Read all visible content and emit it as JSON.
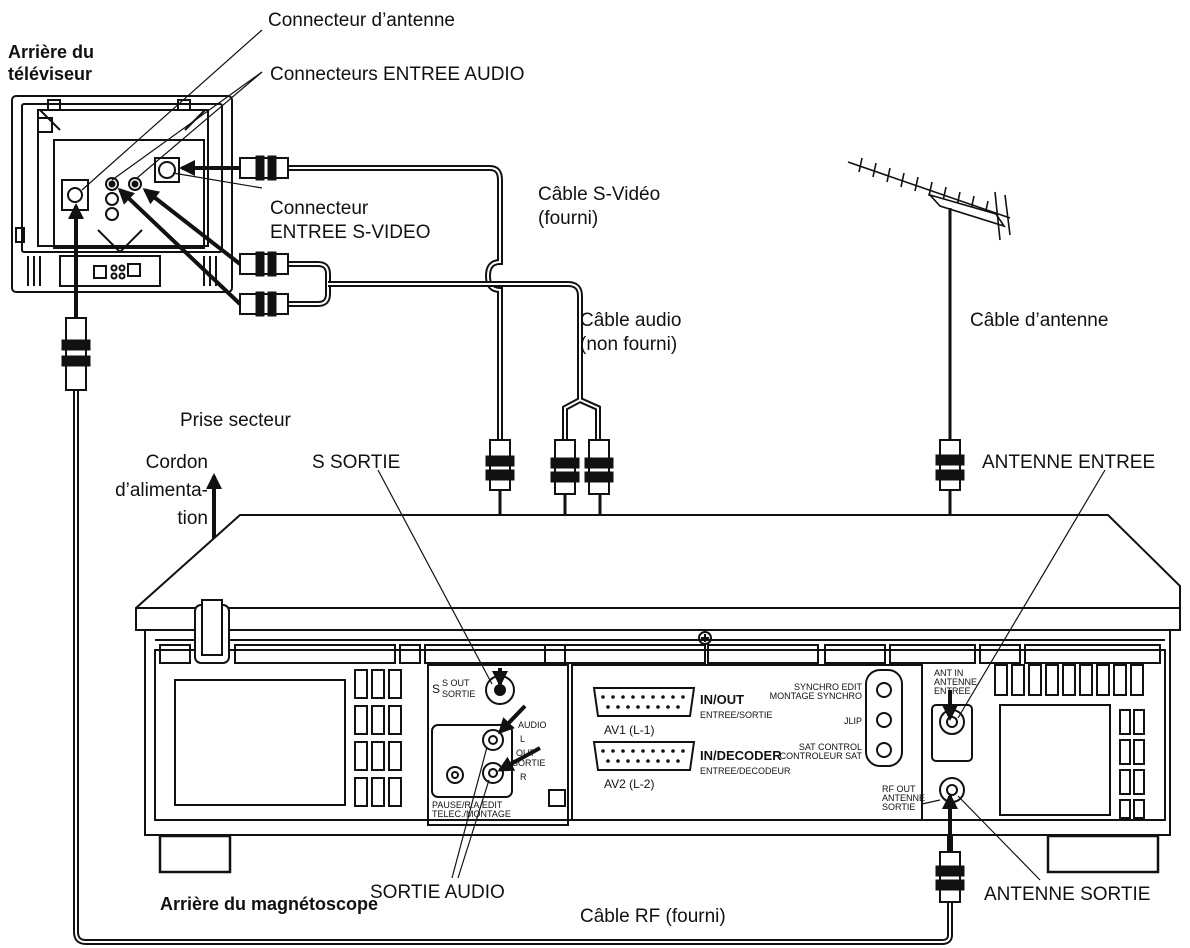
{
  "labels": {
    "tv_back_line1": "Arrière du",
    "tv_back_line2": "téléviseur",
    "antenna_connector": "Connecteur d’antenne",
    "audio_in_connectors": "Connecteurs ENTREE AUDIO",
    "svideo_in_line1": "Connecteur",
    "svideo_in_line2": "ENTREE S-VIDEO",
    "svideo_cable_line1": "Câble S-Vidéo",
    "svideo_cable_line2": "(fourni)",
    "audio_cable_line1": "Câble audio",
    "audio_cable_line2": "(non fourni)",
    "antenna_cable": "Câble d’antenne",
    "mains_outlet": "Prise secteur",
    "power_cord_line1": "Cordon",
    "power_cord_line2": "d’alimenta-",
    "power_cord_line3": "tion",
    "s_sortie": "S SORTIE",
    "antenne_entree": "ANTENNE ENTREE",
    "sortie_audio": "SORTIE AUDIO",
    "vcr_back": "Arrière du magnétoscope",
    "rf_cable": "Câble RF (fourni)",
    "antenne_sortie": "ANTENNE SORTIE"
  },
  "panel": {
    "s_out": "S OUT",
    "sortie": "SORTIE",
    "audio": "AUDIO",
    "out": "OUT",
    "sortie_small": "SORTIE",
    "l": "L",
    "r": "R",
    "pause_line1": "PAUSE/R.A.EDIT",
    "pause_line2": "TELEC./MONTAGE",
    "av1_in_out": "IN/OUT",
    "av1_entree_sortie": "ENTREE/SORTIE",
    "av1": "AV1 (L-1)",
    "av2_in_decoder": "IN/DECODER",
    "av2_entree_decodeur": "ENTREE/DECODEUR",
    "av2": "AV2 (L-2)",
    "synchro_edit": "SYNCHRO EDIT",
    "montage_synchro": "MONTAGE SYNCHRO",
    "jlip": "JLIP",
    "sat_control": "SAT CONTROL",
    "controleur_sat": "CONTROLEUR SAT",
    "ant_in": "ANT IN",
    "antenne": "ANTENNE",
    "entree": "ENTREE",
    "rf_out": "RF OUT",
    "antenne2": "ANTENNE",
    "sortie2": "SORTIE"
  }
}
